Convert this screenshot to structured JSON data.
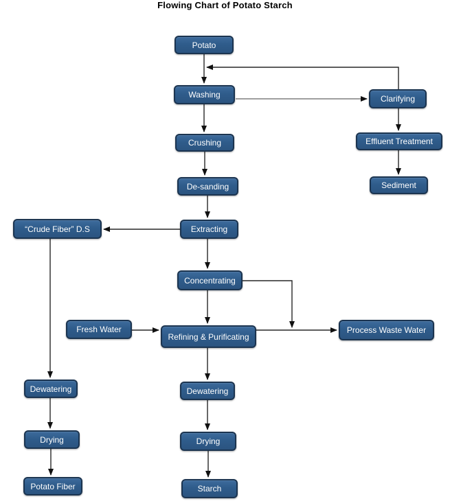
{
  "title": "Flowing Chart of Potato Starch",
  "colors": {
    "background": "#FFFFFF",
    "node_fill": "#2F5C8B",
    "node_border": "#1B3450",
    "node_text": "#FFFFFF",
    "connector": "#262626",
    "connector_gray": "#7F7F7F",
    "arrowhead": "#111111"
  },
  "nodes": {
    "potato": {
      "label": "Potato"
    },
    "washing": {
      "label": "Washing"
    },
    "clarifying": {
      "label": "Clarifying"
    },
    "effluent_treatment": {
      "label": "Effluent Treatment"
    },
    "sediment": {
      "label": "Sediment"
    },
    "crushing": {
      "label": "Crushing"
    },
    "desanding": {
      "label": "De-sanding"
    },
    "crude_fiber_ds": {
      "label": "“Crude Fiber” D.S"
    },
    "extracting": {
      "label": "Extracting"
    },
    "concentrating": {
      "label": "Concentrating"
    },
    "fresh_water": {
      "label": "Fresh Water"
    },
    "refining_purificating": {
      "label": "Refining & Purificating"
    },
    "process_waste_water": {
      "label": "Process Waste Water"
    },
    "dewatering_left": {
      "label": "Dewatering"
    },
    "drying_left": {
      "label": "Drying"
    },
    "potato_fiber": {
      "label": "Potato Fiber"
    },
    "dewatering_center": {
      "label": "Dewatering"
    },
    "drying_center": {
      "label": "Drying"
    },
    "starch": {
      "label": "Starch"
    }
  },
  "edges": [
    {
      "from": "potato",
      "to": "washing"
    },
    {
      "from": "clarifying",
      "to": "potato-washing-connector"
    },
    {
      "from": "washing",
      "to": "clarifying",
      "color": "gray"
    },
    {
      "from": "washing",
      "to": "crushing"
    },
    {
      "from": "clarifying",
      "to": "effluent_treatment"
    },
    {
      "from": "effluent_treatment",
      "to": "sediment"
    },
    {
      "from": "crushing",
      "to": "desanding"
    },
    {
      "from": "desanding",
      "to": "extracting"
    },
    {
      "from": "extracting",
      "to": "crude_fiber_ds"
    },
    {
      "from": "extracting",
      "to": "concentrating"
    },
    {
      "from": "concentrating",
      "to": "refining-waste-connector"
    },
    {
      "from": "concentrating",
      "to": "refining_purificating"
    },
    {
      "from": "fresh_water",
      "to": "refining_purificating"
    },
    {
      "from": "refining_purificating",
      "to": "process_waste_water"
    },
    {
      "from": "crude_fiber_ds",
      "to": "dewatering_left"
    },
    {
      "from": "refining_purificating",
      "to": "dewatering_center"
    },
    {
      "from": "dewatering_left",
      "to": "drying_left"
    },
    {
      "from": "drying_left",
      "to": "potato_fiber"
    },
    {
      "from": "dewatering_center",
      "to": "drying_center"
    },
    {
      "from": "drying_center",
      "to": "starch"
    }
  ]
}
